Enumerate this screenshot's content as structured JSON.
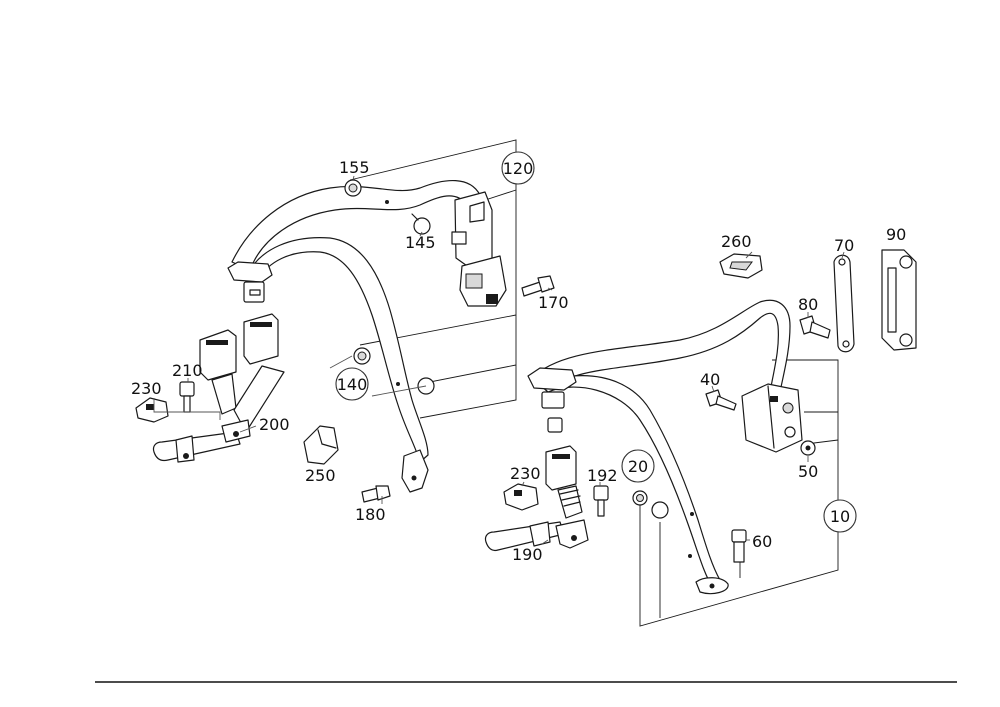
{
  "callouts": {
    "p155": "155",
    "p120": "120",
    "p145": "145",
    "p170": "170",
    "p210": "210",
    "p230a": "230",
    "p200": "200",
    "p140": "140",
    "p250": "250",
    "p180": "180",
    "p260": "260",
    "p70": "70",
    "p90": "90",
    "p80": "80",
    "p40": "40",
    "p50": "50",
    "p10": "10",
    "p20": "20",
    "p230b": "230",
    "p192": "192",
    "p190": "190",
    "p60": "60"
  }
}
